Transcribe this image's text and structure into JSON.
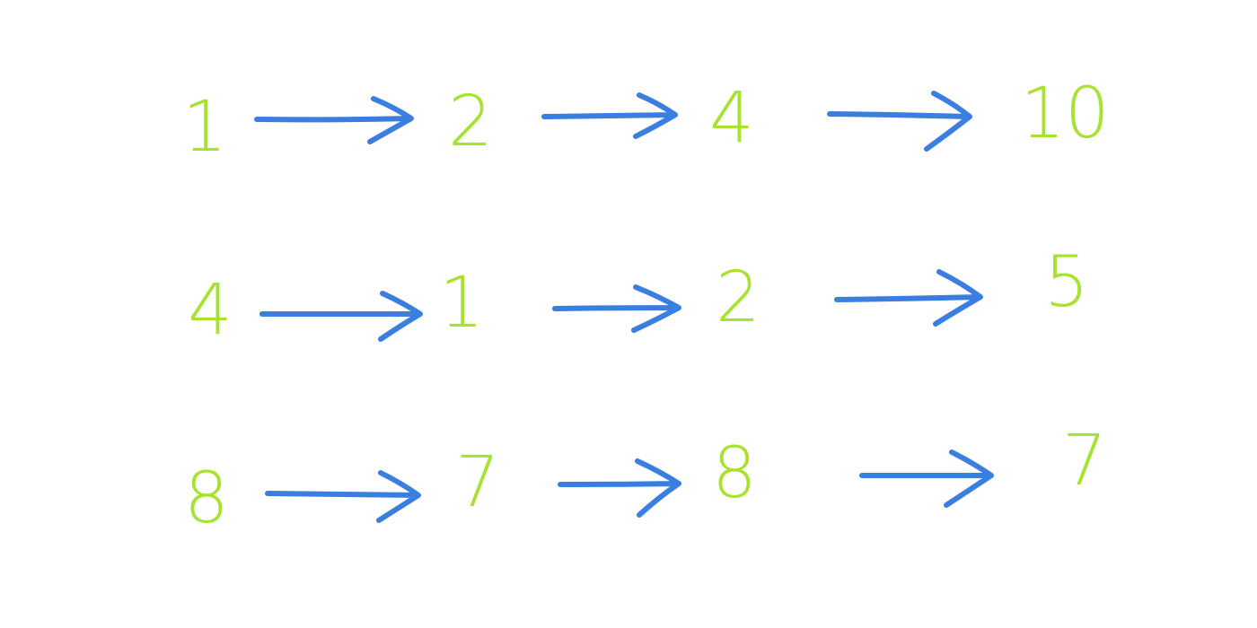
{
  "colors": {
    "number": "#a6e22e",
    "arrow": "#3a7ee0",
    "background": "#ffffff"
  },
  "rows": [
    {
      "values": [
        "1",
        "2",
        "4",
        "10"
      ]
    },
    {
      "values": [
        "4",
        "1",
        "2",
        "5"
      ]
    },
    {
      "values": [
        "8",
        "7",
        "8",
        "7"
      ]
    }
  ]
}
